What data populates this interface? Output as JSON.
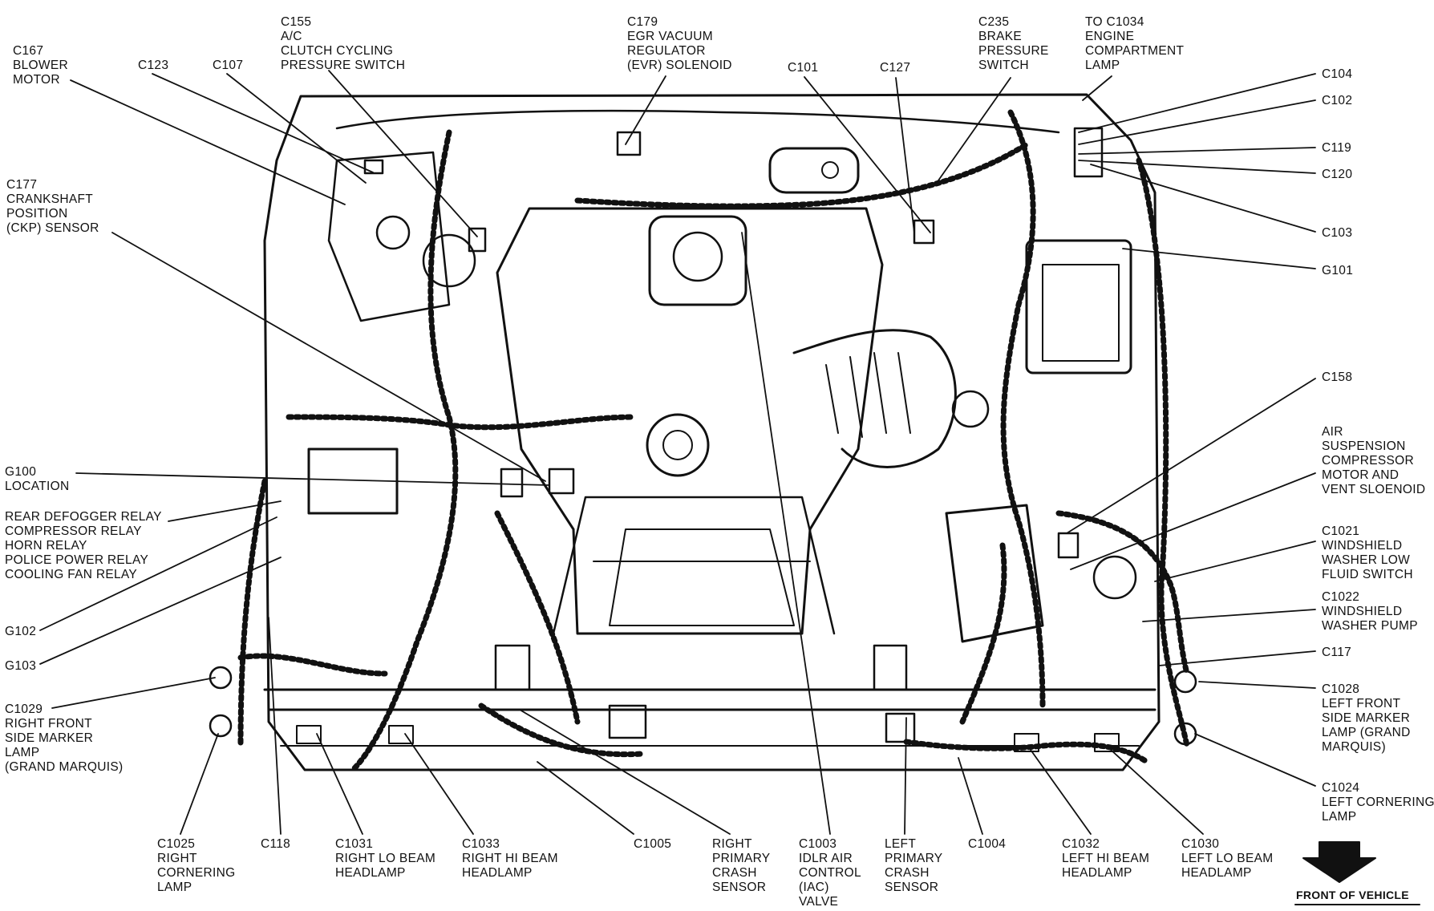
{
  "labels": {
    "c167": "C167\nBLOWER\nMOTOR",
    "c123": "C123",
    "c107": "C107",
    "c155": "C155\nA/C\nCLUTCH CYCLING\nPRESSURE SWITCH",
    "c179": "C179\nEGR VACUUM\nREGULATOR\n(EVR) SOLENOID",
    "c101": "C101",
    "c127": "C127",
    "c235": "C235\nBRAKE\nPRESSURE\nSWITCH",
    "c1034": "TO C1034\nENGINE\nCOMPARTMENT\nLAMP",
    "c104": "C104",
    "c102": "C102",
    "c119": "C119",
    "c120": "C120",
    "c103": "C103",
    "g101": "G101",
    "c177": "C177\nCRANKSHAFT\nPOSITION\n(CKP) SENSOR",
    "c158": "C158",
    "air_susp": "AIR\nSUSPENSION\nCOMPRESSOR\nMOTOR AND\nVENT SLOENOID",
    "g100": "G100\nLOCATION",
    "relays": "REAR DEFOGGER RELAY\nCOMPRESSOR RELAY\nHORN RELAY\nPOLICE POWER RELAY\nCOOLING FAN RELAY",
    "c1021": "C1021\nWINDSHIELD\nWASHER LOW\nFLUID SWITCH",
    "c1022": "C1022\nWINDSHIELD\nWASHER PUMP",
    "g102": "G102",
    "g103": "G103",
    "c117": "C117",
    "c1028": "C1028\nLEFT FRONT\nSIDE MARKER\nLAMP (GRAND\nMARQUIS)",
    "c1029": "C1029\nRIGHT FRONT\nSIDE MARKER\nLAMP\n(GRAND MARQUIS)",
    "c1024": "C1024\nLEFT CORNERING\nLAMP",
    "c1025": "C1025\nRIGHT\nCORNERING\nLAMP",
    "c118": "C118",
    "c1031": "C1031\nRIGHT LO BEAM\nHEADLAMP",
    "c1033": "C1033\nRIGHT HI BEAM\nHEADLAMP",
    "c1005": "C1005",
    "rpcs": "RIGHT\nPRIMARY\nCRASH\nSENSOR",
    "c1003": "C1003\nIDLR AIR\nCONTROL\n(IAC)\nVALVE",
    "lpcs": "LEFT\nPRIMARY\nCRASH\nSENSOR",
    "c1004": "C1004",
    "c1032": "C1032\nLEFT HI BEAM\nHEADLAMP",
    "c1030": "C1030\nLEFT LO BEAM\nHEADLAMP",
    "front": "FRONT OF VEHICLE"
  }
}
